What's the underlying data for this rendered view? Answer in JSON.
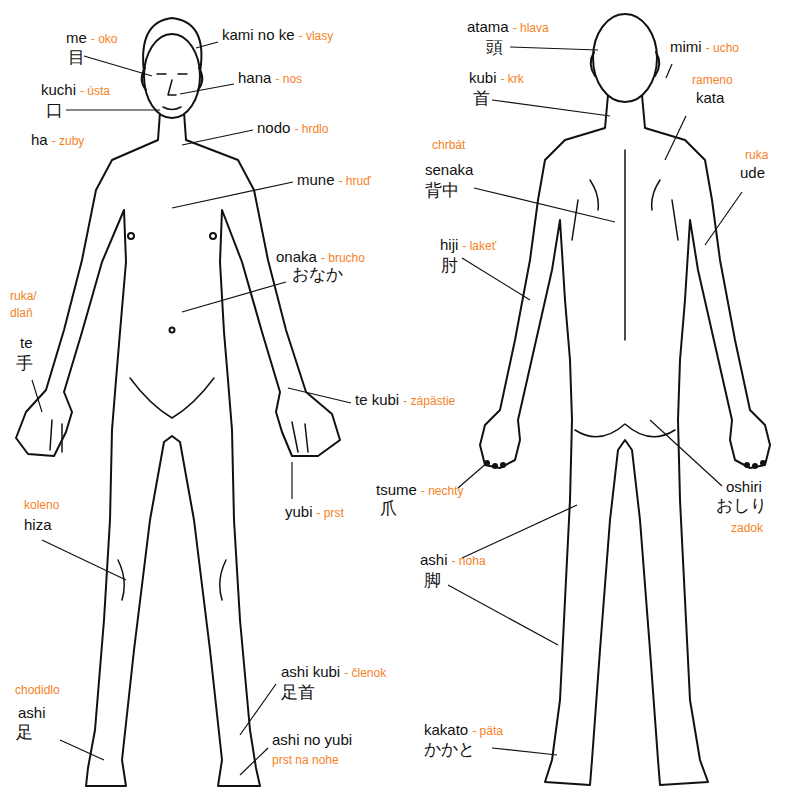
{
  "diagram": {
    "labels": [
      "me",
      "- oko",
      "目",
      "kami no ke",
      "- vlasy",
      "kuchi",
      "- ústa",
      "口",
      "hana",
      "- nos",
      "ha",
      "- zuby",
      "nodo",
      "- hrdlo",
      "mune",
      "- hruď",
      "onaka",
      "- brucho",
      "おなか",
      "ruka/",
      "dlaň",
      "te",
      "手",
      "te kubi",
      "- zápästie",
      "yubi",
      "- prst",
      "koleno",
      "hiza",
      "chodidlo",
      "ashi",
      "足",
      "ashi kubi",
      "- členok",
      "足首",
      "ashi no yubi",
      "prst na nohe",
      "atama",
      "- hlava",
      "頭",
      "mimi",
      "- ucho",
      "kubi",
      "- krk",
      "首",
      "rameno",
      "kata",
      "chrbát",
      "senaka",
      "背中",
      "ruka",
      "ude",
      "hiji",
      "- lakeť",
      "肘",
      "tsume",
      "- nechty",
      "爪",
      "oshiri",
      "おしり",
      "zadok",
      "ashi",
      "- noha",
      "脚",
      "kakato",
      "- päta",
      "かかと"
    ]
  }
}
